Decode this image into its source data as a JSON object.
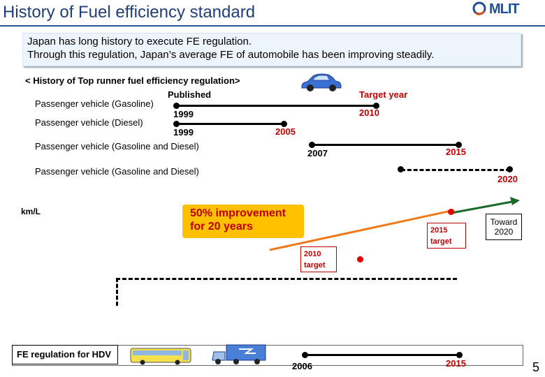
{
  "header": {
    "title": "History of Fuel efficiency standard",
    "logo": "MLIT"
  },
  "intro": {
    "line1": "Japan has long history to execute FE regulation.",
    "line2": "Through this regulation, Japan’s average FE of automobile has been improving steadily."
  },
  "section": {
    "heading": "< History of Top runner fuel efficiency regulation>",
    "published": "Published",
    "target_year": "Target year"
  },
  "rows": [
    {
      "label": "Passenger vehicle (Gasoline)",
      "start": "1999",
      "end": "2010"
    },
    {
      "label": "Passenger vehicle (Diesel)",
      "start": "1999",
      "end": "2005"
    },
    {
      "label": "Passenger vehicle (Gasoline and Diesel)",
      "start": "2007",
      "end": "2015"
    },
    {
      "label": "Passenger vehicle (Gasoline and Diesel)",
      "end": "2020"
    }
  ],
  "fe_chart": {
    "ylabel": "km/L",
    "improvement": "50% improvement\nfor 20 years",
    "target_2015": "2015\ntarget",
    "target_2010": "2010\ntarget",
    "toward": "Toward\n2020"
  },
  "hdv": {
    "label": "FE regulation for HDV",
    "start": "2006",
    "end": "2015"
  },
  "page_number": "5",
  "colors": {
    "title": "#1f3f7a",
    "accent_red": "#c00000",
    "orange_line": "#f07a1a",
    "green_line": "#1a6a2a",
    "callout": "#ffc000"
  },
  "icons": [
    "car-icon",
    "bus-icon",
    "truck-icon",
    "mlit-logo-icon"
  ]
}
